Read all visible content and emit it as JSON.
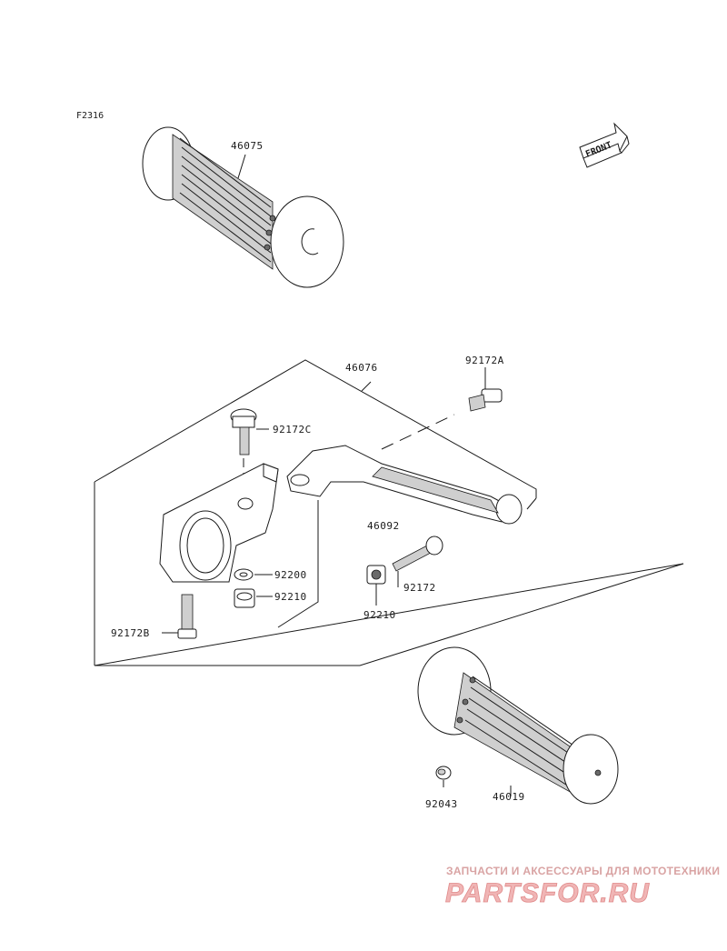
{
  "figure_id": "F2316",
  "front_label": "FRONT",
  "parts": {
    "grip_left": "46075",
    "lever_assy": "46076",
    "bolt_a": "92172A",
    "bolt_c": "92172C",
    "lever": "46092",
    "bolt": "92172",
    "washer": "92200",
    "nut_left": "92210",
    "nut_right": "92210",
    "bolt_b": "92172B",
    "grip_right": "46019",
    "plug": "92043"
  },
  "watermark": {
    "caption": "ЗАПЧАСТИ И АКСЕССУАРЫ ДЛЯ МОТОТЕХНИКИ",
    "logo": "PARTSFOR.RU"
  }
}
